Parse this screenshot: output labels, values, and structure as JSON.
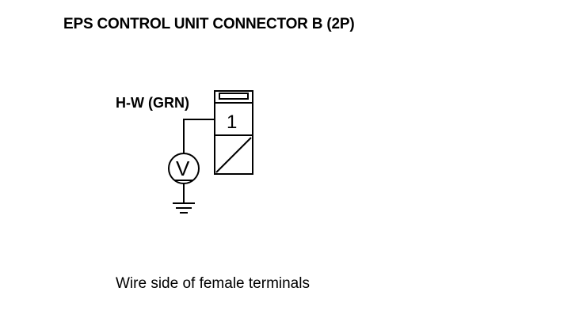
{
  "diagram": {
    "title": "EPS CONTROL UNIT CONNECTOR B (2P)",
    "wire_label": "H-W (GRN)",
    "pin_number": "1",
    "meter_symbol": "V",
    "caption": "Wire side of female terminals"
  },
  "colors": {
    "line": "#000000",
    "background": "#ffffff"
  }
}
